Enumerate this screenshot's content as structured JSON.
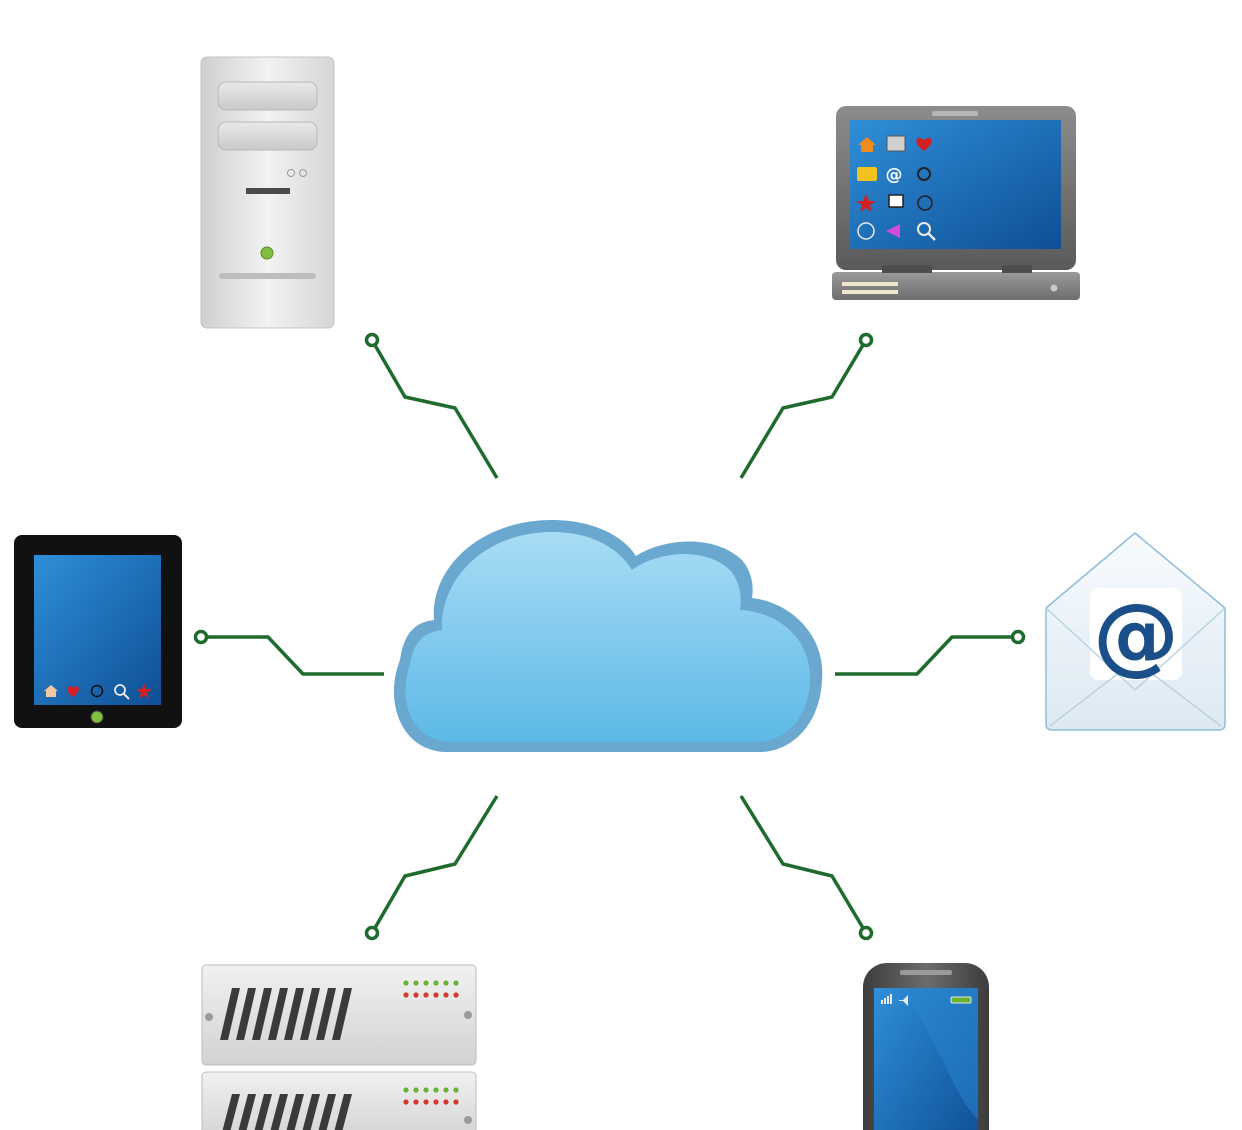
{
  "diagram": {
    "center": "cloud-icon",
    "nodes": [
      {
        "id": "tower",
        "icon": "desktop-tower-icon"
      },
      {
        "id": "laptop",
        "icon": "laptop-icon"
      },
      {
        "id": "tablet",
        "icon": "tablet-icon"
      },
      {
        "id": "email",
        "icon": "email-envelope-icon",
        "symbol": "@"
      },
      {
        "id": "rack",
        "icon": "server-rack-icon"
      },
      {
        "id": "phone",
        "icon": "mobile-phone-icon"
      }
    ],
    "colors": {
      "connector": "#1f6b2e",
      "cloud_fill": "#7cc6ea",
      "cloud_edge": "#5aa6cf",
      "screen": "#1f72b8",
      "email_symbol": "#1b4f8a"
    }
  }
}
